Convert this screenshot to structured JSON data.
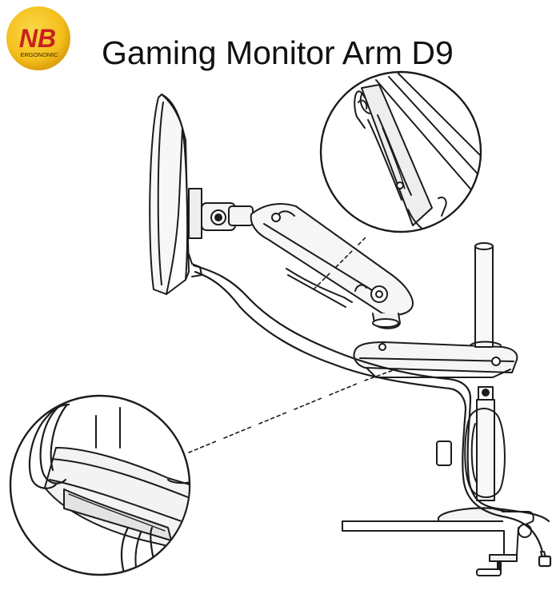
{
  "logo": {
    "mark": "NB",
    "subtext": "ERGONOMIC",
    "colors": {
      "badge": "#f6c623",
      "badge_edge": "#e0a712",
      "mark": "#c8201e"
    }
  },
  "title": "Gaming Monitor Arm D9",
  "colors": {
    "line": "#1c1c1c",
    "fill_light": "#f2f2f2",
    "fill_mid": "#d9d9d9",
    "shadow": "#bdbdbd"
  }
}
